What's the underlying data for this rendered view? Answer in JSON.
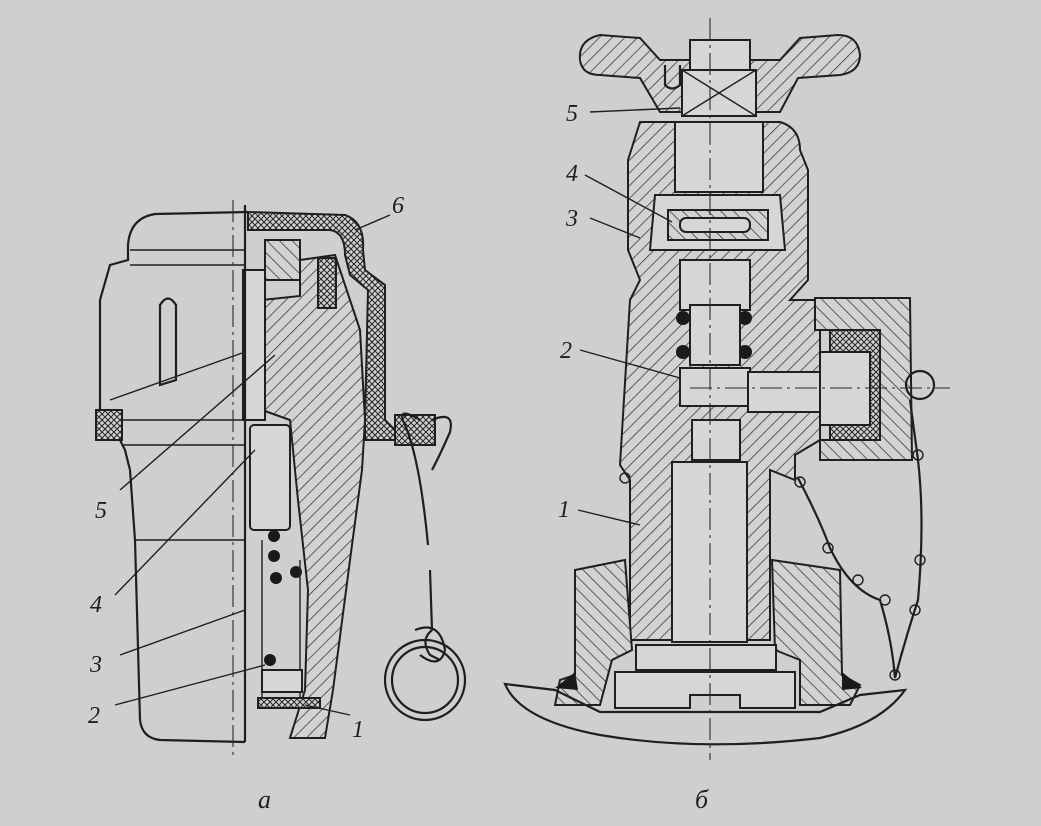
{
  "figure": {
    "captions": {
      "left": "а",
      "right": "б"
    },
    "left_view": {
      "callouts": [
        "1",
        "2",
        "3",
        "4",
        "5",
        "6"
      ]
    },
    "right_view": {
      "callouts": [
        "1",
        "2",
        "3",
        "4",
        "5"
      ]
    }
  }
}
